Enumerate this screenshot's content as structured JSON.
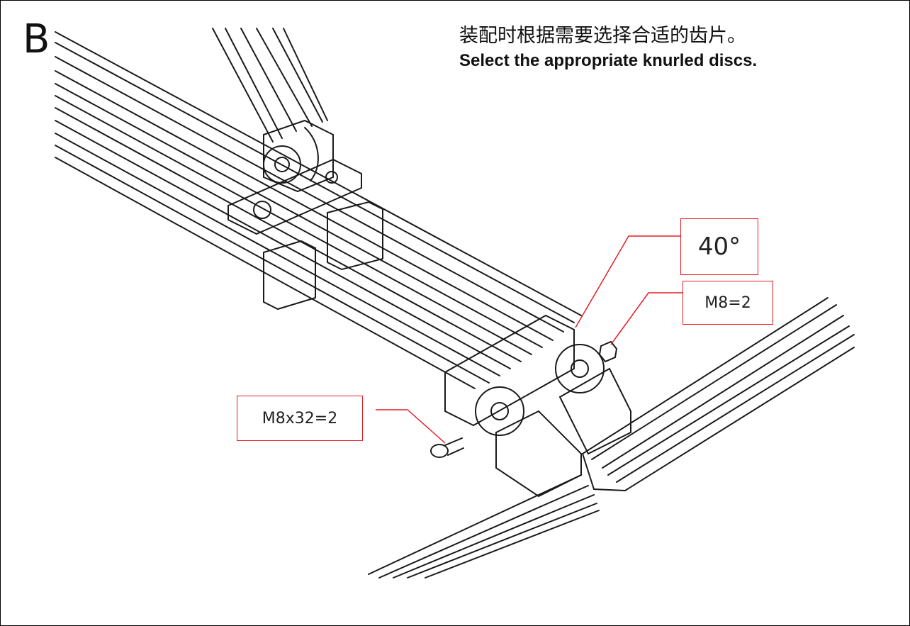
{
  "step": {
    "letter": "B"
  },
  "instruction": {
    "zh": "装配时根据需要选择合适的齿片。",
    "en": "Select the appropriate knurled discs."
  },
  "callouts": {
    "angle": "40°",
    "nut": "M8=2",
    "bolt": "M8x32=2"
  },
  "colors": {
    "callout_border": "#e31e24",
    "line": "#1a1a1a"
  }
}
